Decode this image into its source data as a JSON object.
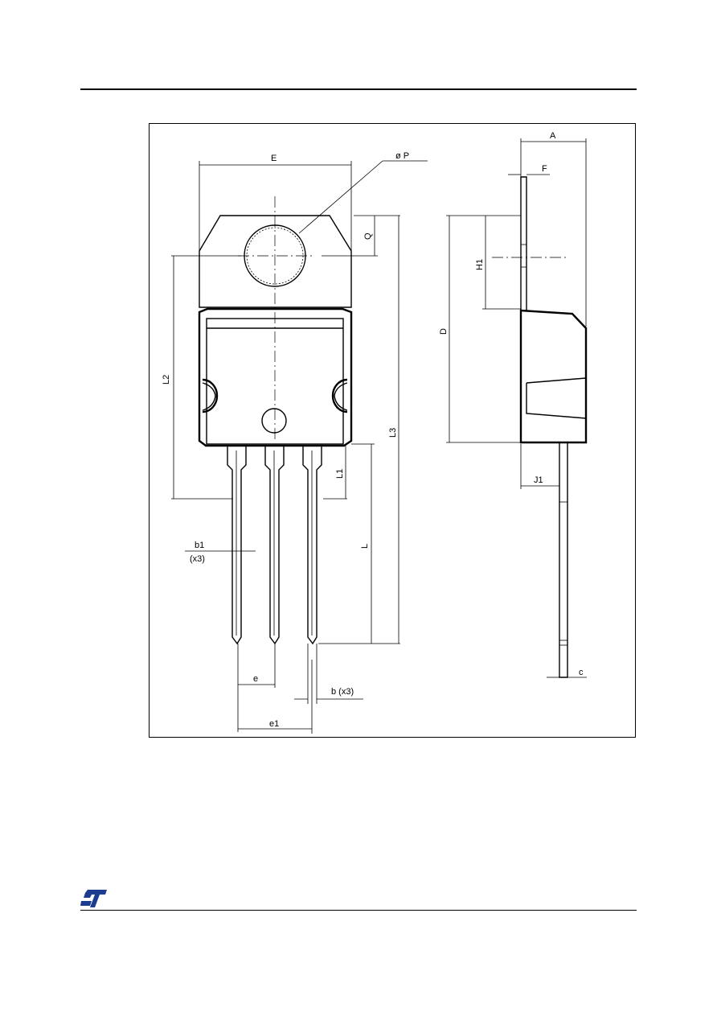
{
  "drawing": {
    "dimension_labels": {
      "E": "E",
      "P": "ø P",
      "Q": "Q",
      "L2": "L2",
      "L3": "L3",
      "L1": "L1",
      "L": "L",
      "b1": "b1",
      "b1_count": "(x3)",
      "e": "e",
      "e1": "e1",
      "b": "b (x3)",
      "A": "A",
      "F": "F",
      "H1": "H1",
      "D": "D",
      "J1": "J1",
      "c": "c"
    }
  },
  "footer": {
    "logo": "st-logo"
  }
}
